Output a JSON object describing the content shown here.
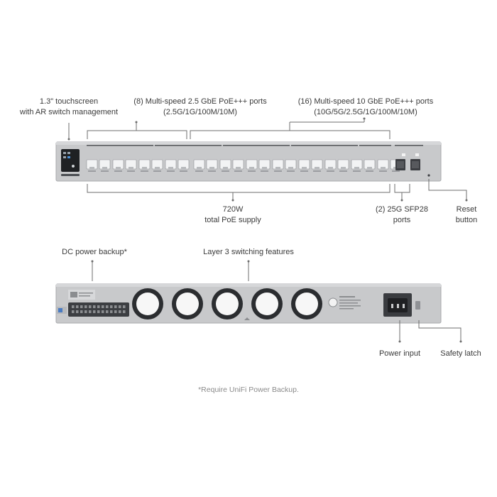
{
  "front_labels": {
    "touchscreen": [
      "1.3\" touchscreen",
      "with AR switch management"
    ],
    "ports_25": [
      "(8) Multi-speed 2.5 GbE PoE+++ ports",
      "(2.5G/1G/100M/10M)"
    ],
    "ports_10": [
      "(16) Multi-speed 10 GbE PoE+++ ports",
      "(10G/5G/2.5G/1G/100M/10M)"
    ],
    "poe": [
      "720W",
      "total PoE supply"
    ],
    "sfp": [
      "(2) 25G SFP28",
      "ports"
    ],
    "reset": [
      "Reset",
      "button"
    ]
  },
  "rear_labels": {
    "dc_backup": "DC power backup*",
    "layer3": "Layer 3 switching features",
    "power_input": "Power input",
    "safety_latch": "Safety latch"
  },
  "footnote": "*Require UniFi Power Backup.",
  "colors": {
    "chassis": "#c9cacc",
    "chassis_edge": "#a9abae",
    "line": "#6d6d6d",
    "text": "#3a3a3a",
    "footnote": "#8a8a8a"
  }
}
